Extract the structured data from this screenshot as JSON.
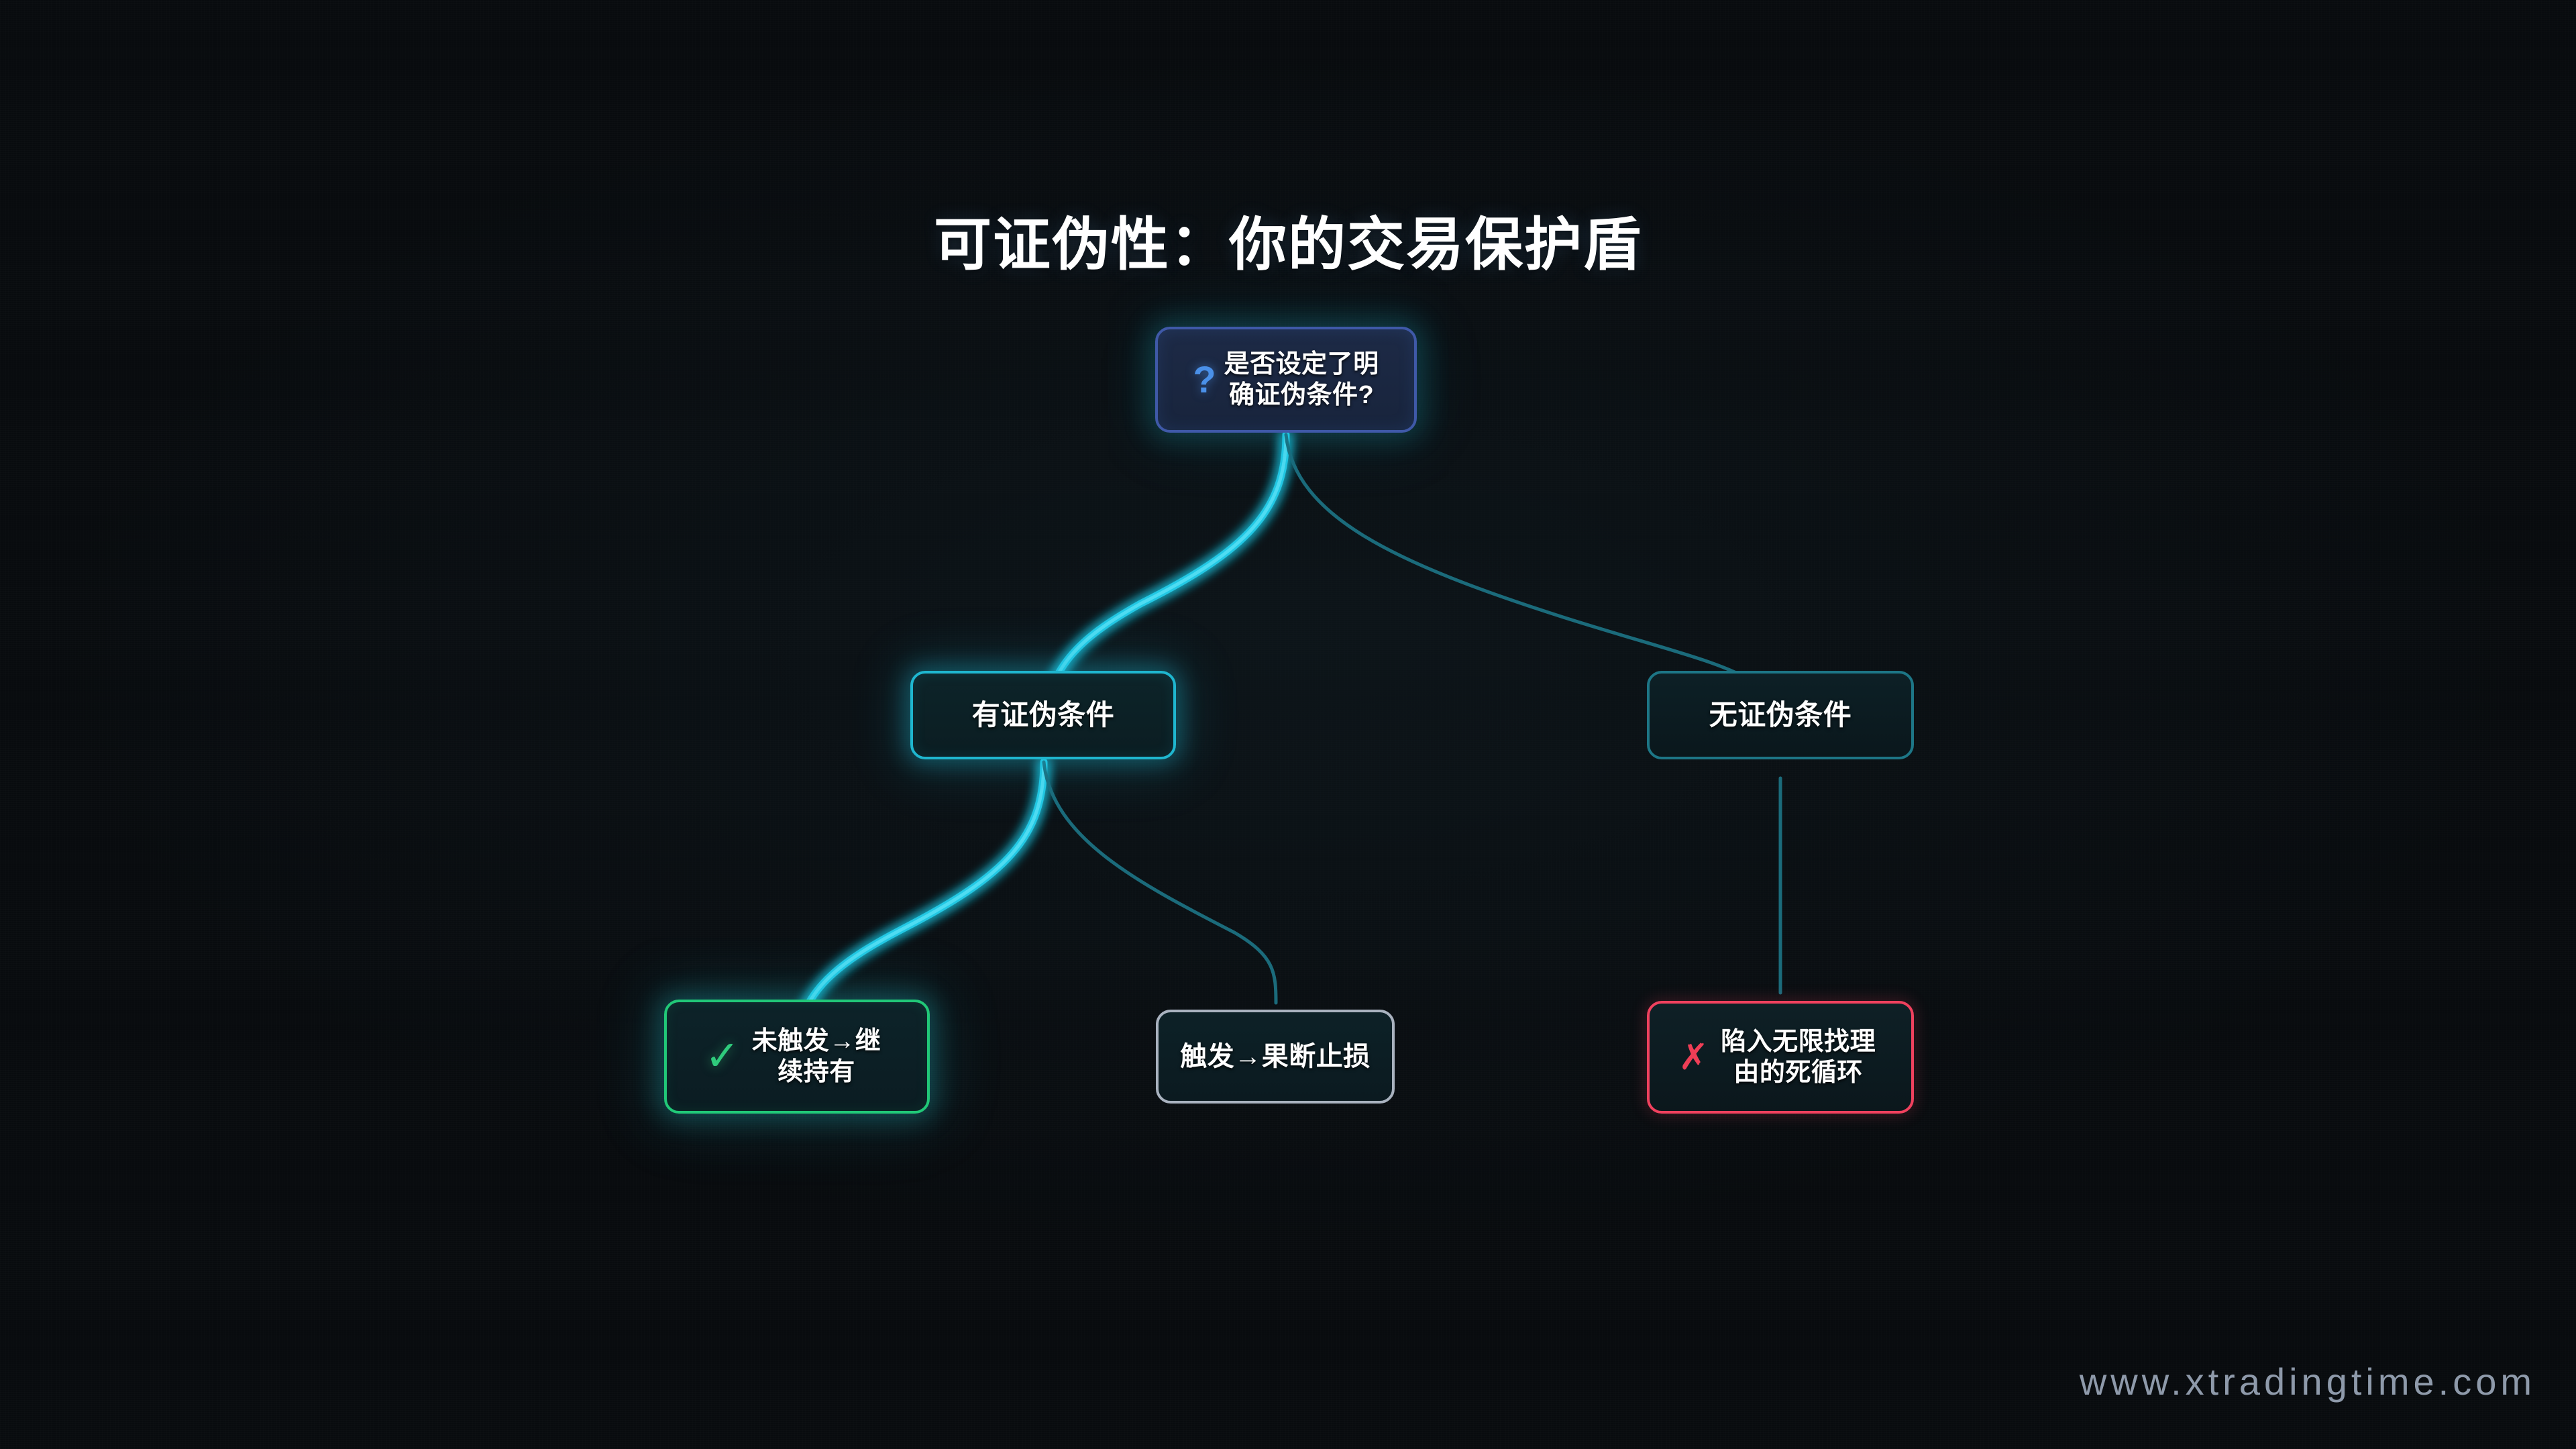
{
  "title": "可证伪性：你的交易保护盾",
  "watermark": "www.xtradingtime.com",
  "colors": {
    "background": "#080b0e",
    "root_border": "#3f59a8",
    "root_fill": "#1d2a46",
    "accent_cyan": "#22c8e4",
    "dim_teal": "#1d7686",
    "success_green": "#21c878",
    "neutral_gray": "#a9b2bf",
    "danger_red": "#f0415e",
    "text": "#ffffff",
    "watermark": "#9aa6b8"
  },
  "nodes": {
    "root": {
      "icon": "question-mark-icon",
      "badge": "?",
      "label": "是否设定了明\n确证伪条件?"
    },
    "has_condition": {
      "label": "有证伪条件"
    },
    "no_condition": {
      "label": "无证伪条件"
    },
    "hold": {
      "icon": "check-mark-icon",
      "badge": "✓",
      "label": "未触发→继\n续持有"
    },
    "stop_loss": {
      "label": "触发→果断止损"
    },
    "dead_loop": {
      "icon": "cross-mark-icon",
      "badge": "✗",
      "label": "陷入无限找理\n由的死循环"
    }
  },
  "edges": [
    {
      "from": "root",
      "to": "has_condition",
      "style": "highlight-cyan"
    },
    {
      "from": "root",
      "to": "no_condition",
      "style": "dim-teal"
    },
    {
      "from": "has_condition",
      "to": "hold",
      "style": "highlight-cyan"
    },
    {
      "from": "has_condition",
      "to": "stop_loss",
      "style": "dim-teal"
    },
    {
      "from": "no_condition",
      "to": "dead_loop",
      "style": "dim-teal"
    }
  ]
}
